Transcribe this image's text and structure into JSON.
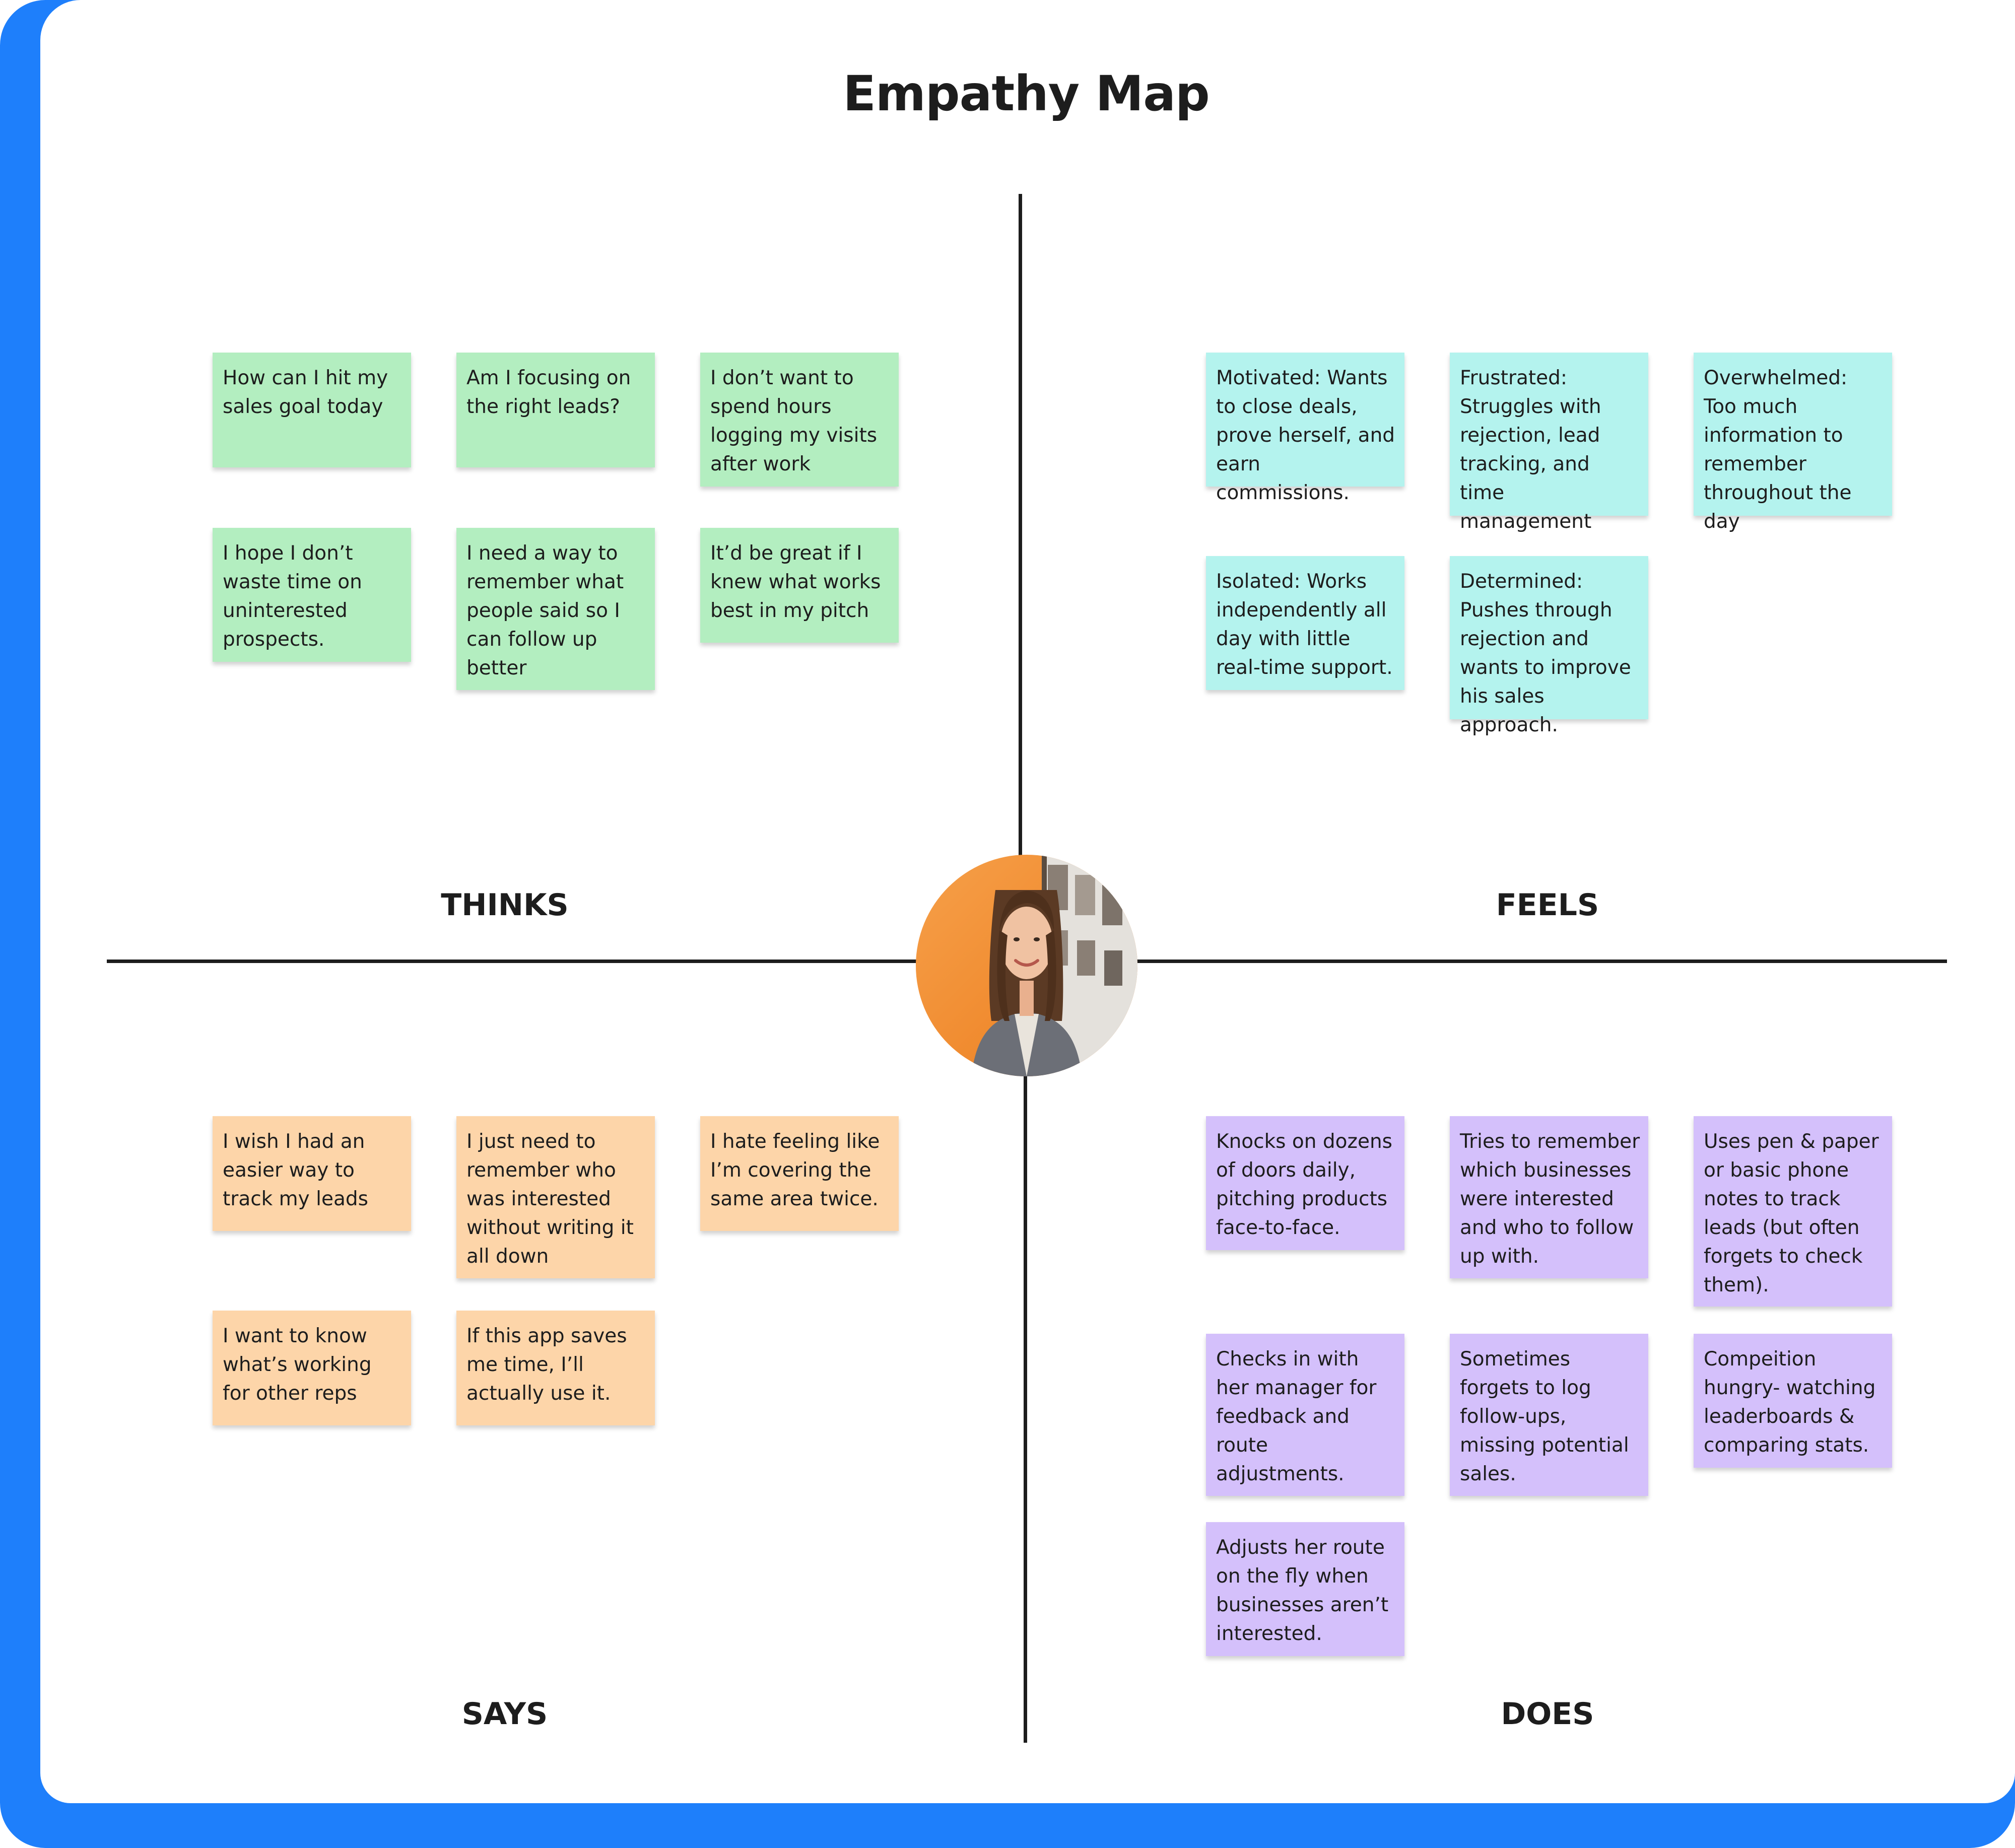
{
  "title": "Empathy Map",
  "quadrants": {
    "thinks": {
      "label": "THINKS",
      "notes": [
        "How can I hit my sales goal today",
        "Am I focusing on the right leads?",
        "I don’t want to spend hours logging my visits after work",
        "I hope I don’t waste time on uninterested prospects.",
        "I need a way to remember what people said so I can follow up better",
        "It’d be great if I knew what works best in my pitch"
      ]
    },
    "feels": {
      "label": "FEELS",
      "notes": [
        " Motivated: Wants to close deals, prove herself, and earn commissions.",
        "Frustrated: Struggles with rejection, lead tracking, and time management",
        "Overwhelmed: Too much information to remember throughout the day",
        " Isolated: Works independently all day with little real-time support.",
        "Determined: Pushes through rejection and wants to improve his sales approach."
      ]
    },
    "says": {
      "label": "SAYS",
      "notes": [
        "I wish I had an easier way to track my leads",
        "I just need to remember who was interested without writing it all down",
        "I hate feeling like I’m covering the same area twice.",
        "I want to know what’s working for other reps",
        "If this app saves me time, I’ll actually use it."
      ]
    },
    "does": {
      "label": "DOES",
      "notes": [
        "Knocks on dozens of doors daily, pitching products face-to-face.",
        "Tries to remember which businesses were interested and who to follow up with.",
        " Uses pen & paper or basic phone notes to track leads (but often forgets to check them).",
        "Checks in with her manager for feedback and route adjustments.",
        "Sometimes forgets to log follow-ups, missing potential sales.",
        "Compeition hungry- watching leaderboards & comparing stats.",
        "Adjusts her route on the fly when businesses aren’t interested."
      ]
    }
  },
  "colors": {
    "frame": "#1e7ffb",
    "thinks_note": "#b3eec0",
    "feels_note": "#b4f3ee",
    "says_note": "#fdd5a9",
    "does_note": "#d4c0fb"
  },
  "persona": {
    "icon": "persona-photo-avatar"
  }
}
